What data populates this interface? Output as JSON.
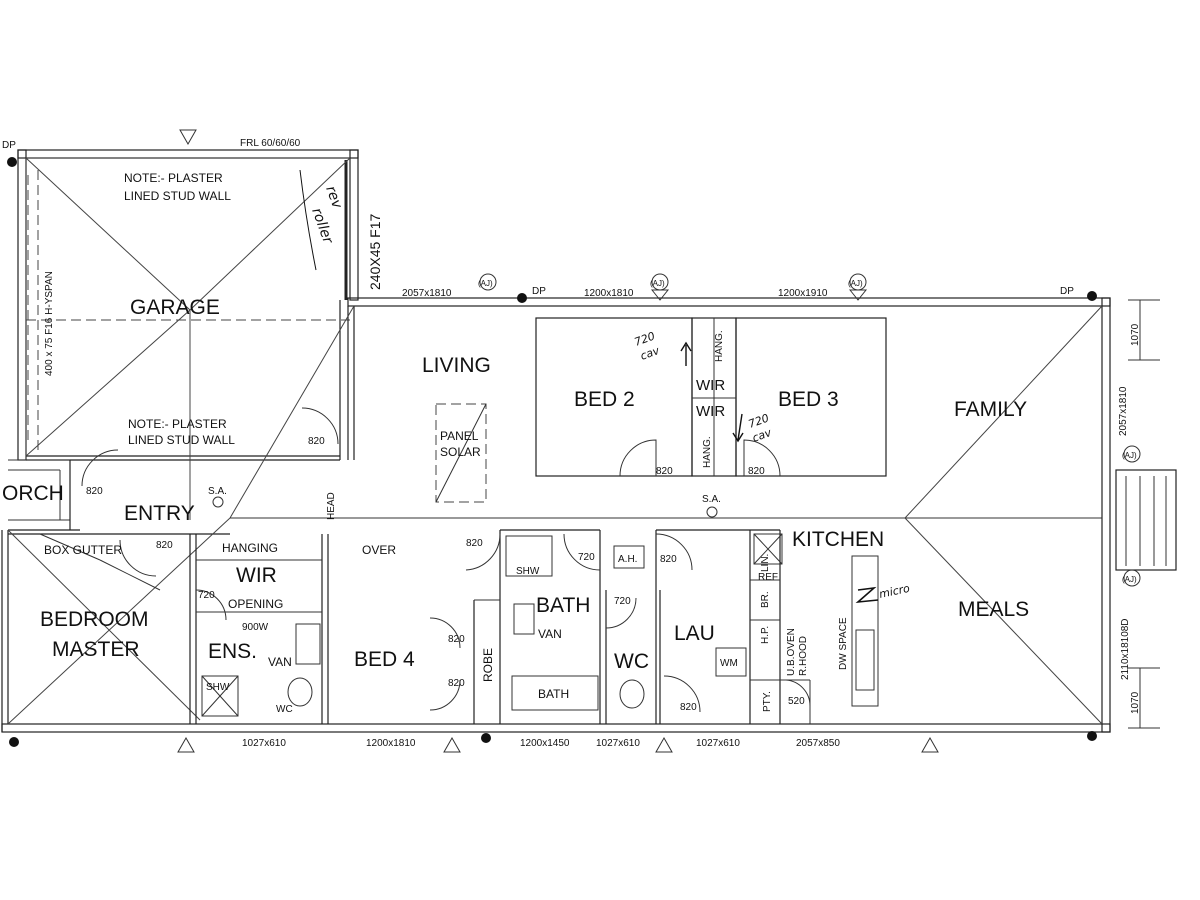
{
  "rooms": {
    "garage": "GARAGE",
    "living": "LIVING",
    "bed2": "BED 2",
    "bed3": "BED 3",
    "family": "FAMILY",
    "entry": "ENTRY",
    "porch": "ORCH",
    "bedroom_master_1": "BEDROOM",
    "bedroom_master_2": "MASTER",
    "wir_master": "WIR",
    "ens": "ENS.",
    "bed4": "BED 4",
    "bath": "BATH",
    "wc": "WC",
    "lau": "LAU",
    "kitchen": "KITCHEN",
    "meals": "MEALS",
    "wir_a": "WIR",
    "wir_b": "WIR"
  },
  "notes": {
    "frl": "FRL 60/60/60",
    "garage_note_top_1": "NOTE:- PLASTER",
    "garage_note_top_2": "LINED STUD WALL",
    "garage_note_bottom_1": "NOTE:- PLASTER",
    "garage_note_bottom_2": "LINED STUD WALL",
    "lintel_vertical": "400 x 75 F16 H-YSPAN",
    "beam": "240X45 F17",
    "box_gutter": "BOX GUTTER",
    "hanging": "HANGING",
    "opening_1": "OPENING",
    "opening_2": "900W",
    "over": "OVER",
    "panel_1": "PANEL",
    "panel_2": "SOLAR",
    "robe": "ROBE",
    "van": "VAN",
    "van_ens": "VAN",
    "shw": "SHW",
    "shw_bath": "SHW",
    "wc_ens": "WC",
    "bath_tub": "BATH",
    "ah": "A.H.",
    "lin": "LIN.",
    "ref": "REF",
    "br": "BR.",
    "hp": "H.P.",
    "ub_oven_1": "U.B.OVEN",
    "ub_oven_2": "R.HOOD",
    "dw_space": "DW SPACE",
    "pty": "PTY.",
    "wm": "WM",
    "hang_a": "HANG.",
    "hang_b": "HANG.",
    "head": "HEAD",
    "sa_entry": "S.A.",
    "sa_hall": "S.A."
  },
  "door_sizes": {
    "garage_entry": "820",
    "porch": "820",
    "entry": "820",
    "master_wir": "720",
    "bed4_entry": "820",
    "bed4_robe_1": "820",
    "bed4_robe_2": "820",
    "bath_shw": "720",
    "bath_door": "720",
    "ah": "820",
    "bed2": "820",
    "bed3": "820",
    "lau": "820",
    "pty": "520"
  },
  "window_sizes": {
    "top_1": "2057x1810",
    "top_2": "1200x1810",
    "top_3": "1200x1910",
    "bottom_1": "1027x610",
    "bottom_2": "1200x1810",
    "bottom_3": "1200x1450",
    "bottom_4": "1027x610",
    "bottom_5": "1027x610",
    "bottom_6": "2057x850",
    "right_1": "2057x1810",
    "right_2": "2110x18108D",
    "dim_top_right": "1070",
    "dim_bottom_right": "1070"
  },
  "markers": {
    "dp_top_left": "DP",
    "dp_mid": "DP",
    "dp_top_right": "DP",
    "aj": "(AJ)"
  },
  "handwritten": {
    "rev_roller_1": "rev",
    "rev_roller_2": "roller",
    "cav_1a": "720",
    "cav_1b": "cav",
    "cav_2a": "720",
    "cav_2b": "cav",
    "micro": "micro"
  }
}
